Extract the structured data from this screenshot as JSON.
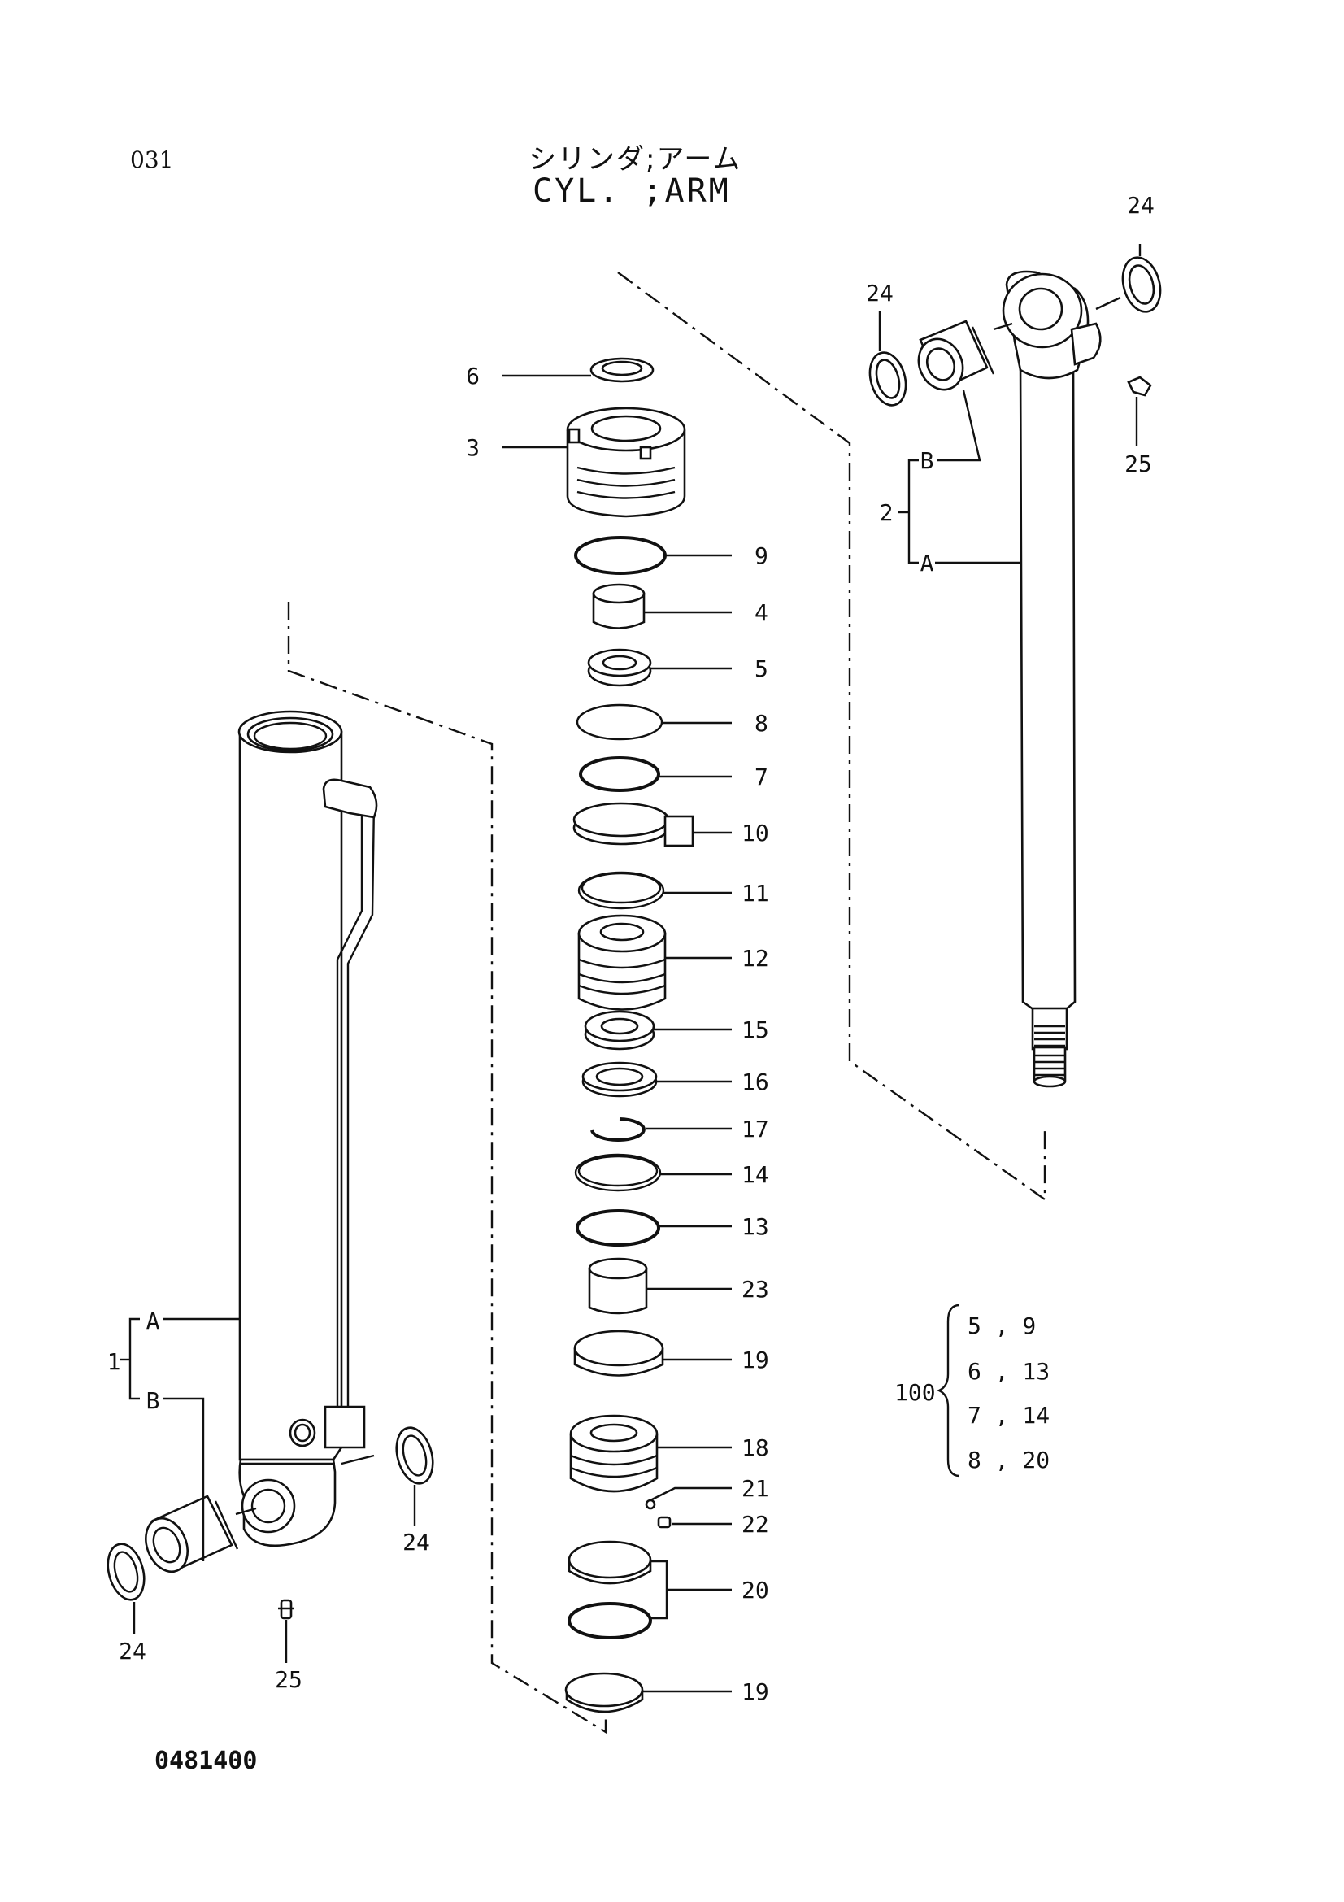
{
  "page_number": "031",
  "title_jp": "シリンダ;アーム",
  "title_en": "CYL. ;ARM",
  "drawing_number": "0481400",
  "callouts": {
    "p6": "6",
    "p3": "3",
    "p9": "9",
    "p4": "4",
    "p5": "5",
    "p8": "8",
    "p7": "7",
    "p10": "10",
    "p11": "11",
    "p12": "12",
    "p15": "15",
    "p16": "16",
    "p17": "17",
    "p14": "14",
    "p13": "13",
    "p23": "23",
    "p19a": "19",
    "p18": "18",
    "p21": "21",
    "p22": "22",
    "p20": "20",
    "p19b": "19",
    "rod_24a": "24",
    "rod_24b": "24",
    "rod_25": "25",
    "rod_2": "2",
    "rod_B": "B",
    "rod_A": "A",
    "tube_1": "1",
    "tube_A": "A",
    "tube_B": "B",
    "tube_24a": "24",
    "tube_24b": "24",
    "tube_25": "25"
  },
  "kit": {
    "number": "100",
    "rows": [
      "5 , 9",
      "6 , 13",
      "7 , 14",
      "8 , 20"
    ]
  }
}
